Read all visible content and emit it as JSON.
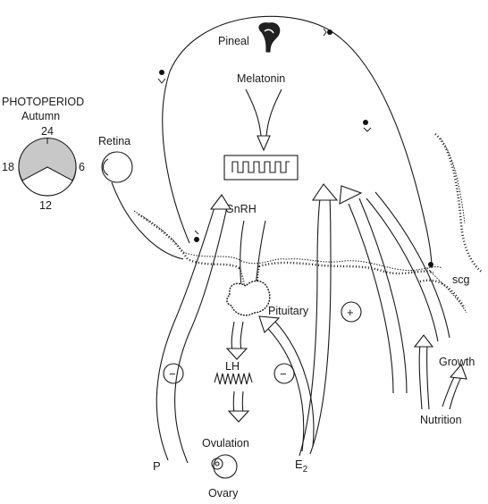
{
  "labels": {
    "photoperiod": "PHOTOPERIOD",
    "season": "Autumn",
    "clock_24": "24",
    "clock_18": "18",
    "clock_6": "6",
    "clock_12": "12",
    "retina": "Retina",
    "pineal": "Pineal",
    "melatonin": "Melatonin",
    "gnrh": "GnRH",
    "pituitary": "Pituitary",
    "lh": "LH",
    "ovulation": "Ovulation",
    "ovary": "Ovary",
    "p": "P",
    "e2_main": "E",
    "e2_sub": "2",
    "growth": "Growth",
    "nutrition": "Nutrition",
    "scg": "scg",
    "minus": "−",
    "plus": "+"
  },
  "colors": {
    "ink": "#1a1a1a",
    "dark_sector": "#c8c8c8"
  }
}
